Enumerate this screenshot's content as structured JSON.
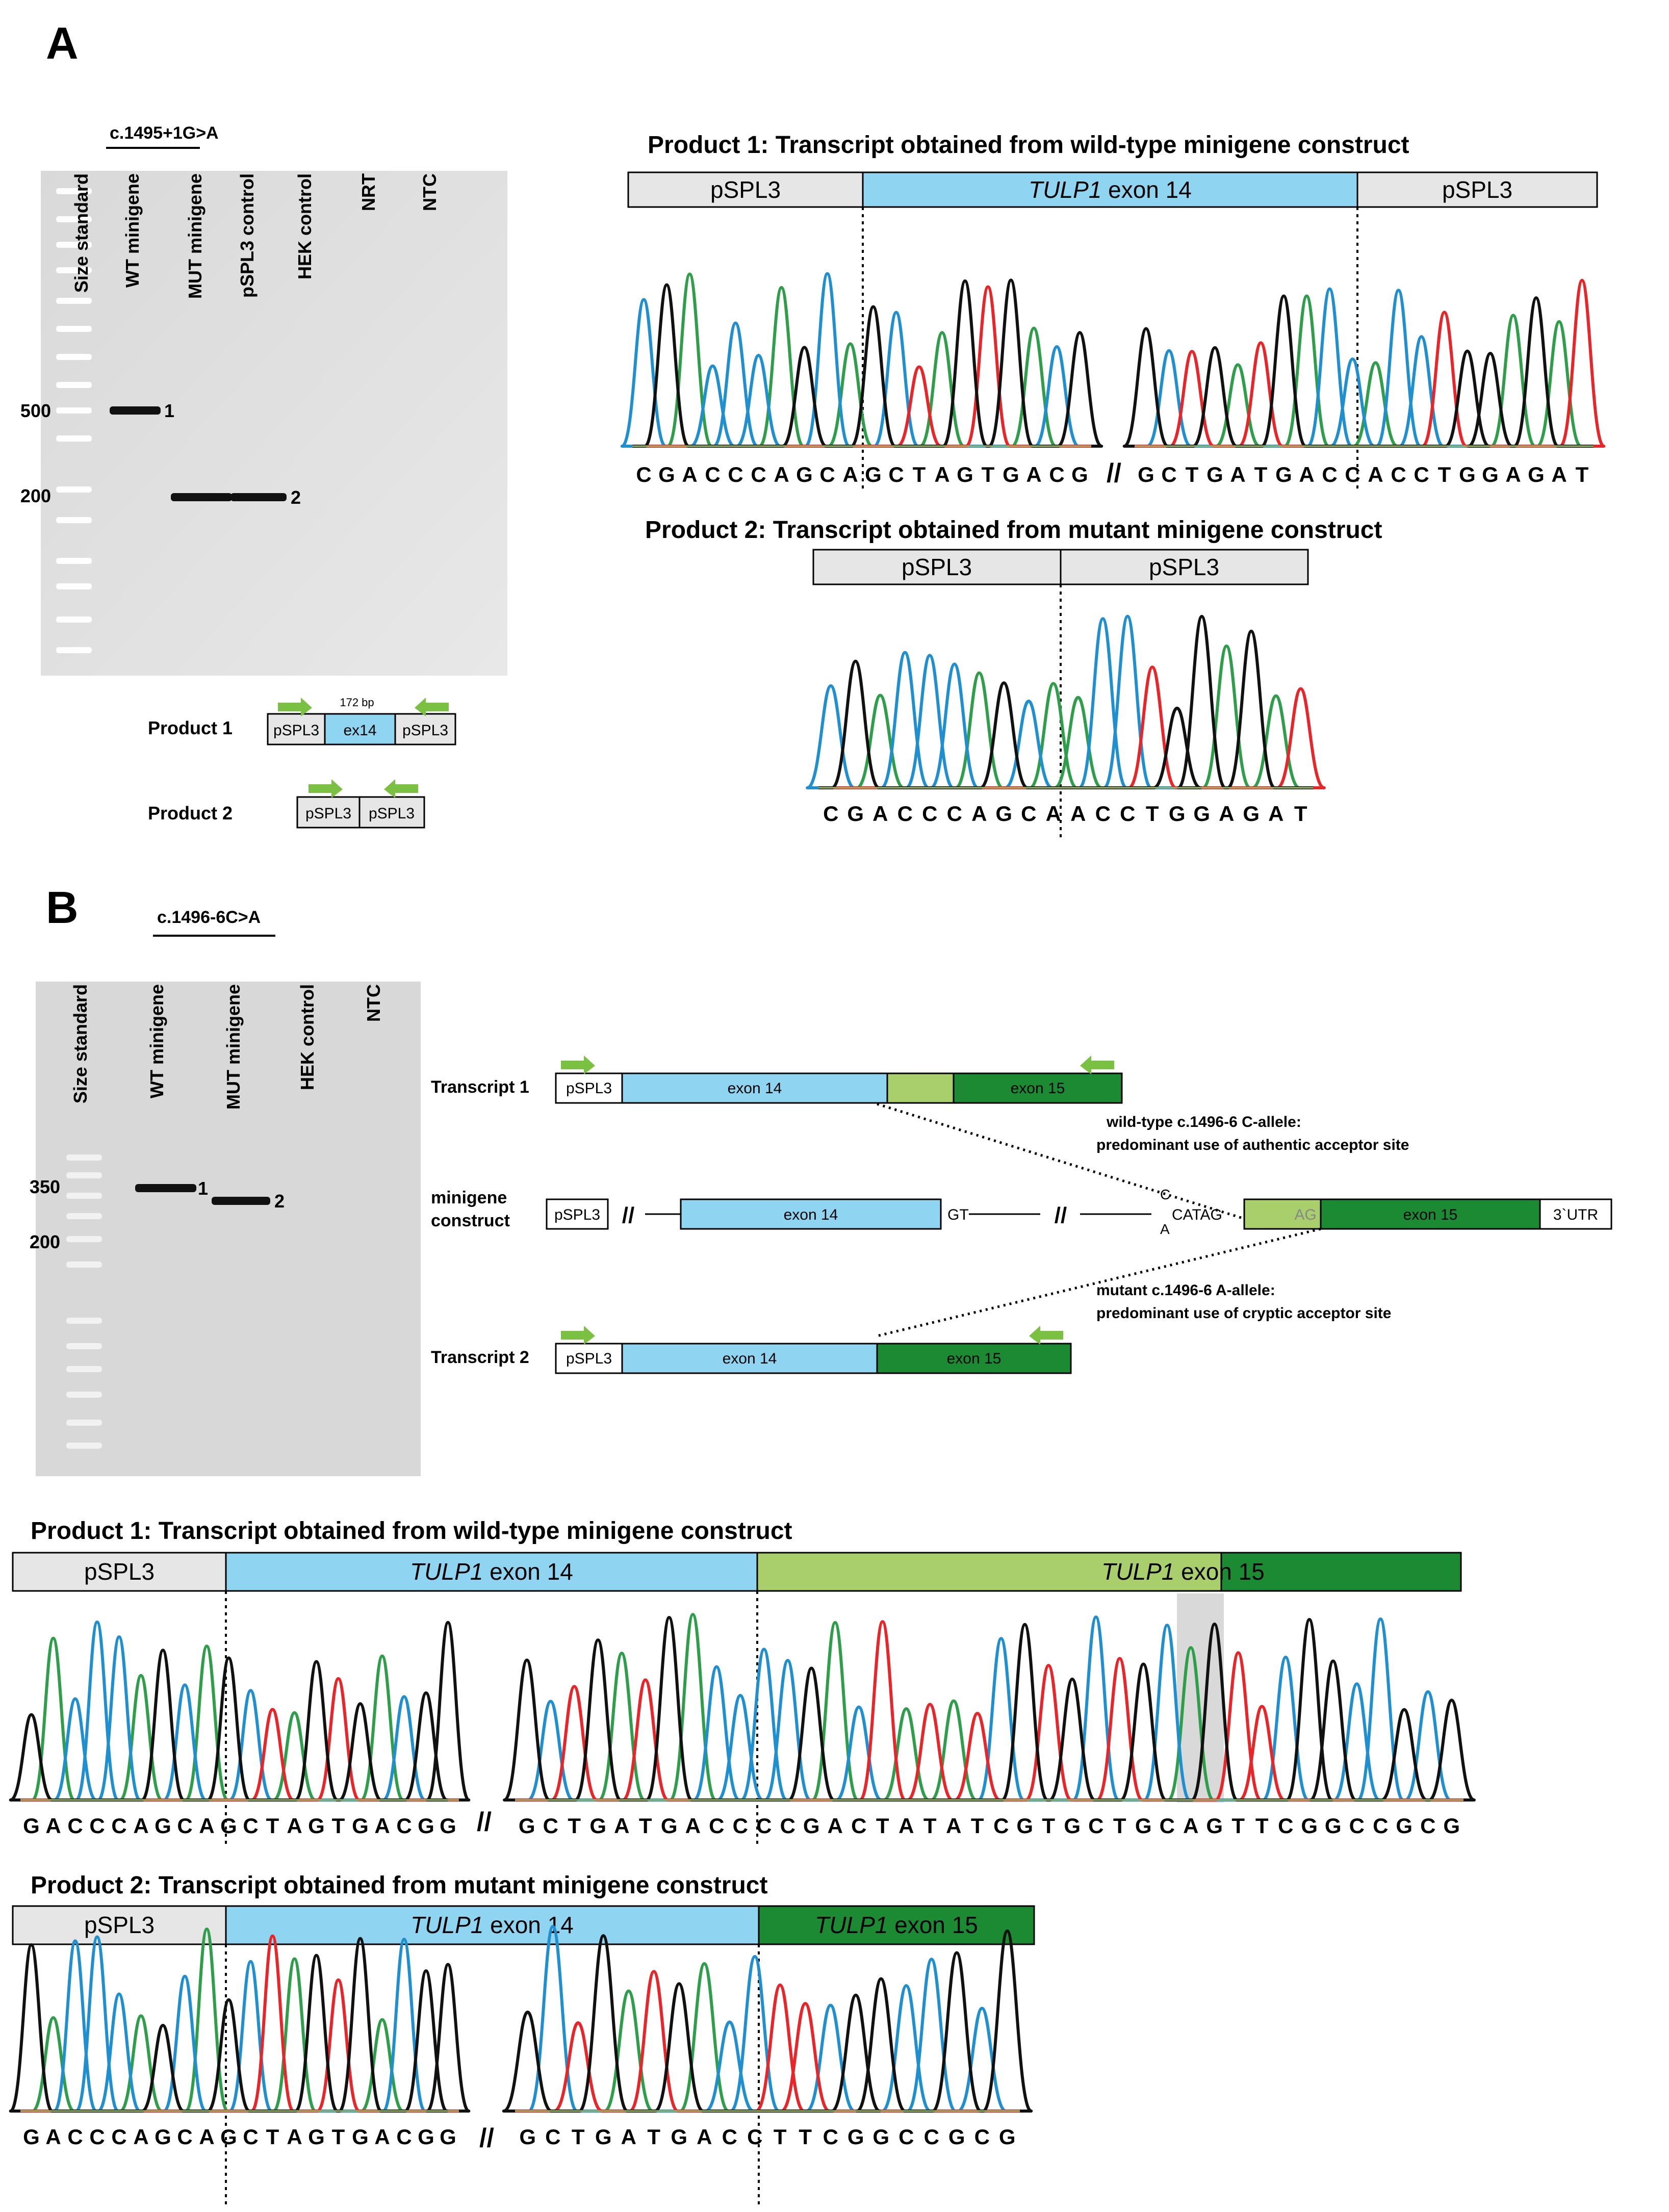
{
  "panel_a": {
    "letter": "A",
    "variant": "c.1495+1G>A",
    "lanes": [
      "Size standard",
      "WT minigene",
      "MUT minigene",
      "pSPL3 control",
      "HEK control",
      "NRT",
      "NTC"
    ],
    "size_labels": [
      "500",
      "200"
    ],
    "band_labels": [
      "1",
      "2"
    ],
    "amplicon_size": "172 bp",
    "product1": {
      "label": "Product 1",
      "boxes": [
        "pSPL3",
        "ex14",
        "pSPL3"
      ]
    },
    "product2": {
      "label": "Product 2",
      "boxes": [
        "pSPL3",
        "pSPL3"
      ]
    },
    "seq1": {
      "title": "Product 1: Transcript obtained from wild-type minigene construct",
      "boxes": [
        "pSPL3",
        "TULP1",
        "exon 14",
        "pSPL3"
      ],
      "left": "CGACCCAGCAGCTAGTGACG",
      "right": "GCTGATGACCACCTGGAGAT",
      "sep": "//"
    },
    "seq2": {
      "title": "Product 2: Transcript obtained from mutant minigene construct",
      "boxes": [
        "pSPL3",
        "pSPL3"
      ],
      "seq": "CGACCCAGCAACCTGGAGAT"
    }
  },
  "panel_b": {
    "letter": "B",
    "variant": "c.1496-6C>A",
    "lanes": [
      "Size standard",
      "WT minigene",
      "MUT minigene",
      "HEK control",
      "NTC"
    ],
    "size_labels": [
      "350",
      "200"
    ],
    "band_labels": [
      "1",
      "2"
    ],
    "transcript1": {
      "label": "Transcript 1",
      "boxes": [
        "pSPL3",
        "exon 14",
        "exon 15"
      ]
    },
    "construct": {
      "label_line1": "minigene",
      "label_line2": "construct",
      "boxes": [
        "pSPL3",
        "exon 14",
        "AG",
        "exon 15",
        "3`UTR"
      ],
      "gt": "GT",
      "sep": "//",
      "allele_c": "C",
      "allele_a": "A",
      "catag": "CATAG"
    },
    "transcript2": {
      "label": "Transcript 2",
      "boxes": [
        "pSPL3",
        "exon 14",
        "exon 15"
      ]
    },
    "note_wt_1": "wild-type c.1496-6 C-allele:",
    "note_wt_2": "predominant use of authentic acceptor site",
    "note_mut_1": "mutant c.1496-6 A-allele:",
    "note_mut_2": "predominant use of cryptic acceptor site",
    "seq1": {
      "title": "Product 1: Transcript obtained from wild-type minigene construct",
      "boxes": [
        "pSPL3",
        "TULP1",
        "exon 14",
        "TULP1",
        "exon 15"
      ],
      "left": "GACCCAGCAGCTAGTGACGG",
      "right": "GCTGATGACCCCGACTATATCGTGCTGCAGTTCGGCCGCG",
      "sep": "//"
    },
    "seq2": {
      "title": "Product 2: Transcript obtained from mutant minigene construct",
      "boxes": [
        "pSPL3",
        "TULP1",
        "exon 14",
        "TULP1",
        "exon 15"
      ],
      "left": "GACCCAGCAGCTAGTGACGG",
      "right": "GCTGATGACCTTCGGCCGCG",
      "sep": "//"
    }
  },
  "colors": {
    "A": "#2e9e4b",
    "C": "#1f8fd0",
    "G": "#111111",
    "T": "#e8262a",
    "exon14": "#8fd4f0",
    "exon15_dark": "#1c8a32",
    "exon15_light": "#a9cf6c",
    "pspl3": "#e6e6e6",
    "primer": "#7ac143"
  }
}
